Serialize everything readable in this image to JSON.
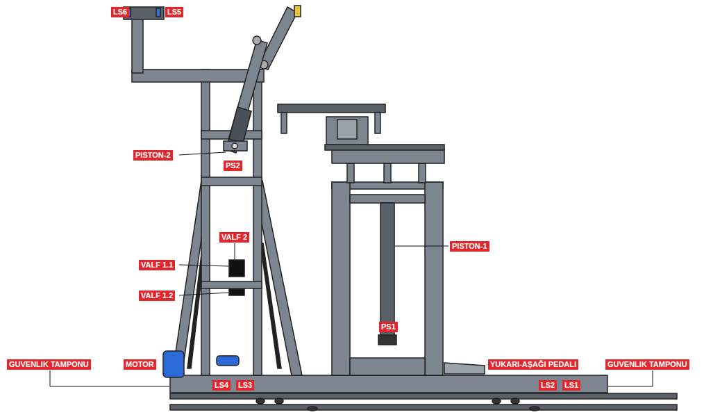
{
  "diagram": {
    "labels": [
      "LS6",
      "LS5",
      "PISTON-2",
      "PS2",
      "VALF 2",
      "VALF 1.1",
      "VALF 1.2",
      "PISTON-1",
      "PS1",
      "GUVENLIK TAMPONU",
      "MOTOR",
      "YUKARI-AŞAĞI PEDALI",
      "GUVENLIK TAMPONU",
      "LS4",
      "LS3",
      "LS2",
      "LS1"
    ]
  }
}
